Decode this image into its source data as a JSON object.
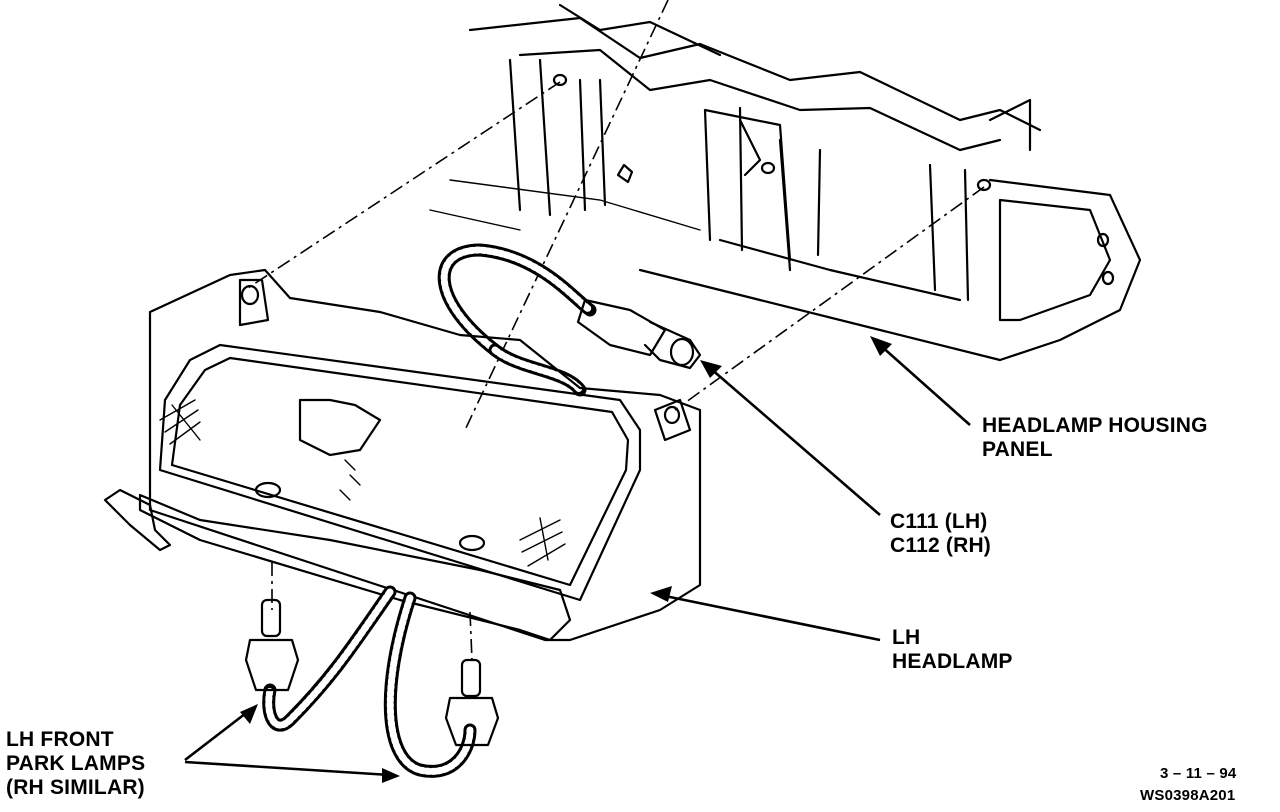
{
  "labels": {
    "housing_panel": [
      "HEADLAMP HOUSING",
      "PANEL"
    ],
    "connector": [
      "C111 (LH)",
      "C112 (RH)"
    ],
    "headlamp": [
      "LH",
      "HEADLAMP"
    ],
    "park_lamps": [
      "LH FRONT",
      "PARK LAMPS",
      "(RH SIMILAR)"
    ]
  },
  "footer": {
    "date": "3 – 11 – 94",
    "code": "WS0398A201"
  }
}
